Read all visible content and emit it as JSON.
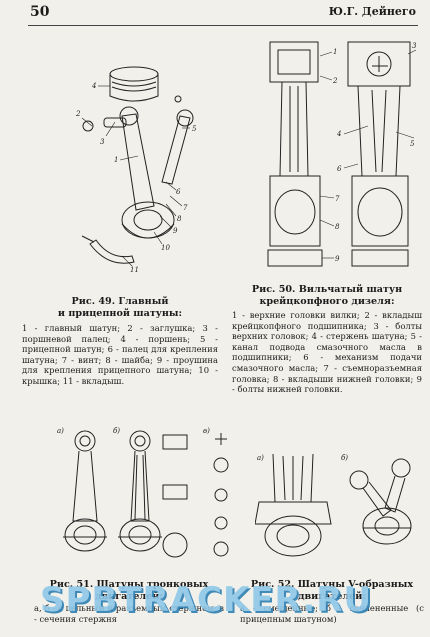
{
  "header": {
    "page_number": "50",
    "running_head": "Ю.Г. Дейнего"
  },
  "fig49": {
    "caption_line1": "Рис. 49. Главный",
    "caption_line2": "и прицепной шатуны:",
    "legend": "1 - главный шатун; 2 - заглушка; 3 - поршневой палец; 4 - поршень; 5 - прицепной шатун; 6 - палец для крепления шатуна; 7 - винт; 8 - шайба; 9 - проушина для крепления прицепного шатуна; 10 - крышка; 11 - вкладыш.",
    "labels": [
      "4",
      "2",
      "3",
      "5",
      "1",
      "6",
      "7",
      "8",
      "9",
      "10",
      "11"
    ]
  },
  "fig50": {
    "caption_line1": "Рис. 50. Вильчатый шатун",
    "caption_line2": "крейцкопфного дизеля:",
    "legend": "1 - верхние головки вилки; 2 - вкладыш крейцкопфного подшипника; 3 - болты верхних головок; 4 - стержень шатуна; 5 - канал подвода смазочного масла в подшипники; 6 - механизм подачи смазочного масла; 7 - съемноразъемная головка; 8 - вкладыши нижней головки; 9 - болты нижней головки.",
    "labels": [
      "1",
      "2",
      "3",
      "4",
      "5",
      "6",
      "7",
      "8",
      "9"
    ]
  },
  "fig51": {
    "caption_line1": "Рис. 51. Шатуны тронковых",
    "caption_line2": "двигателей:",
    "legend_visible": "а, б - с цельным и разъемным стержнем; в - сечения стержня",
    "labels": [
      "а)",
      "б)",
      "в)"
    ]
  },
  "fig52": {
    "caption_line1": "Рис. 52. Шатуны V-образных",
    "caption_line2": "двигателей:",
    "legend_visible": "а - смещенные; б - сочлененные (с прицепным шатуном)",
    "labels": [
      "а)",
      "б)"
    ]
  },
  "watermark": {
    "text": "SPBTRACKER.RU"
  },
  "colors": {
    "paper": "#f2f0ea",
    "ink": "#1b1b1b",
    "watermark_fill": "#8fc7e8",
    "watermark_shadow": "#2d7fb3"
  }
}
